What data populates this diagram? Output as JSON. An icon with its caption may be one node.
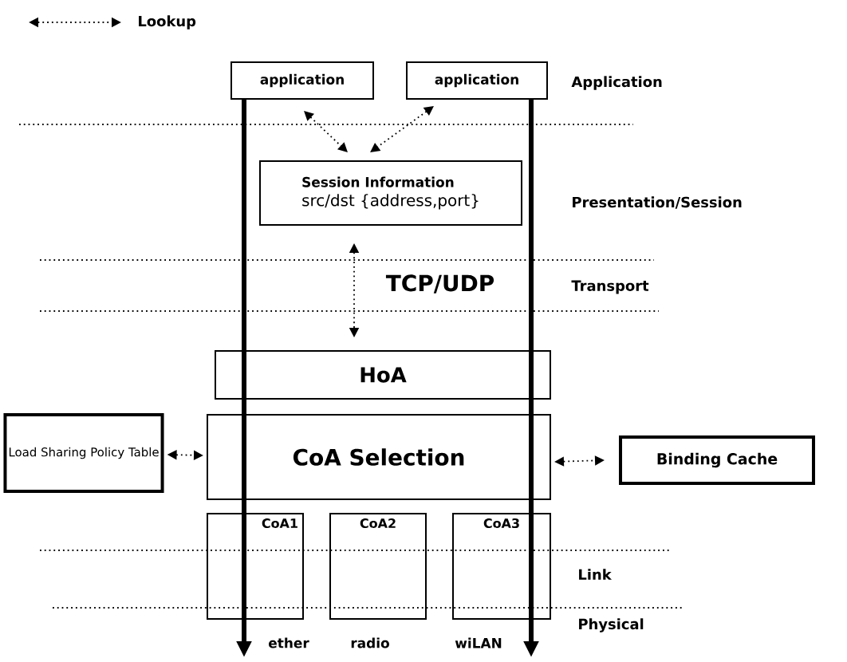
{
  "diagram": {
    "nodes": [
      {
        "text": [
          "application"
        ]
      },
      {
        "text": [
          "application"
        ]
      },
      {
        "text": [
          "Session Information",
          "src/dst {address,port}"
        ]
      },
      {
        "text": [
          "HoA"
        ]
      },
      {
        "text": [
          "CoA Selection"
        ]
      },
      {
        "text": [
          "Load Sharing Policy Table"
        ]
      },
      {
        "text": [
          "Binding Cache"
        ]
      },
      {
        "text": [
          "CoA1"
        ],
        "beside": [
          "ether"
        ]
      },
      {
        "text": [
          "CoA2"
        ],
        "beside": [
          "radio"
        ]
      },
      {
        "text": [
          "CoA3"
        ],
        "beside": [
          "wiLAN"
        ]
      }
    ],
    "edges": [
      {
        "from": 0,
        "to": 2,
        "arrow": "both",
        "style": "dashed"
      },
      {
        "from": 1,
        "to": 2,
        "arrow": "both",
        "style": "dashed"
      },
      {
        "from": 2,
        "to": 3,
        "arrow": "both",
        "label": "TCP/UDP",
        "style": "dashed"
      },
      {
        "from": 5,
        "to": 4,
        "arrow": "both",
        "style": "dashed"
      },
      {
        "from": 4,
        "to": 6,
        "arrow": "both",
        "style": "dashed"
      },
      {
        "from": 0,
        "to": null,
        "arrow": "to",
        "style": "thick"
      },
      {
        "from": 1,
        "to": null,
        "arrow": "to",
        "style": "thick"
      }
    ],
    "labels": [
      "Application",
      "Presentation/Session",
      "Transport",
      "Link",
      "Physical"
    ],
    "legend": [
      {
        "text": "Lookup"
      }
    ]
  }
}
